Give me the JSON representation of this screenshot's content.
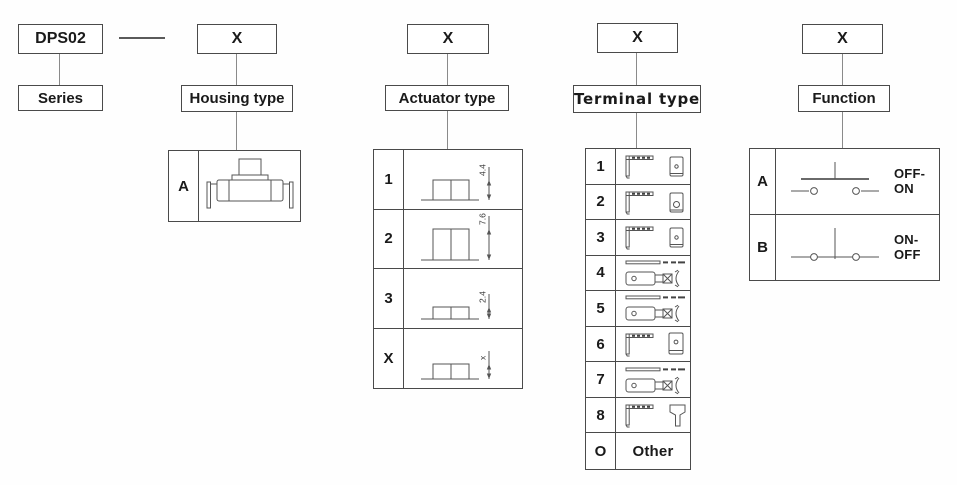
{
  "diagram": {
    "title": "DPS02 part numbering diagram",
    "separator": "—",
    "series": {
      "code": "DPS02",
      "label": "Series"
    },
    "housing": {
      "code": "X",
      "label": "Housing type",
      "options": [
        {
          "code": "A",
          "icon": "tact-switch-side-view"
        }
      ]
    },
    "actuator": {
      "code": "X",
      "label": "Actuator type",
      "options": [
        {
          "code": "1",
          "icon": "actuator-height-profile",
          "dimension": "4.4"
        },
        {
          "code": "2",
          "icon": "actuator-height-profile",
          "dimension": "7.6"
        },
        {
          "code": "3",
          "icon": "actuator-height-profile",
          "dimension": "2.4"
        },
        {
          "code": "X",
          "icon": "actuator-height-profile",
          "dimension": "x"
        }
      ]
    },
    "terminal": {
      "code": "X",
      "label": "Terminal type",
      "options": [
        {
          "code": "1",
          "icon": "bent-bracket-terminal-small-hole"
        },
        {
          "code": "2",
          "icon": "bent-bracket-terminal-open-hole"
        },
        {
          "code": "3",
          "icon": "bent-bracket-terminal-small-hole"
        },
        {
          "code": "4",
          "icon": "flat-lug-terminal-crimp"
        },
        {
          "code": "5",
          "icon": "flat-lug-terminal-crimp"
        },
        {
          "code": "6",
          "icon": "bent-bracket-terminal-tall-plate"
        },
        {
          "code": "7",
          "icon": "flat-lug-terminal-crimp"
        },
        {
          "code": "8",
          "icon": "bent-bracket-terminal-flag-pin"
        },
        {
          "code": "O",
          "label": "Other"
        }
      ]
    },
    "function": {
      "code": "X",
      "label": "Function",
      "options": [
        {
          "code": "A",
          "icon": "circuit-symbol-normally-open",
          "label": "OFF-ON"
        },
        {
          "code": "B",
          "icon": "circuit-symbol-normally-closed",
          "label": "ON-OFF"
        }
      ]
    }
  },
  "colors": {
    "background": "#fefefe",
    "border": "#4a4a4a",
    "connector_line": "#8a8a8a",
    "drawing_stroke": "#555555",
    "text": "#1a1a1a"
  }
}
